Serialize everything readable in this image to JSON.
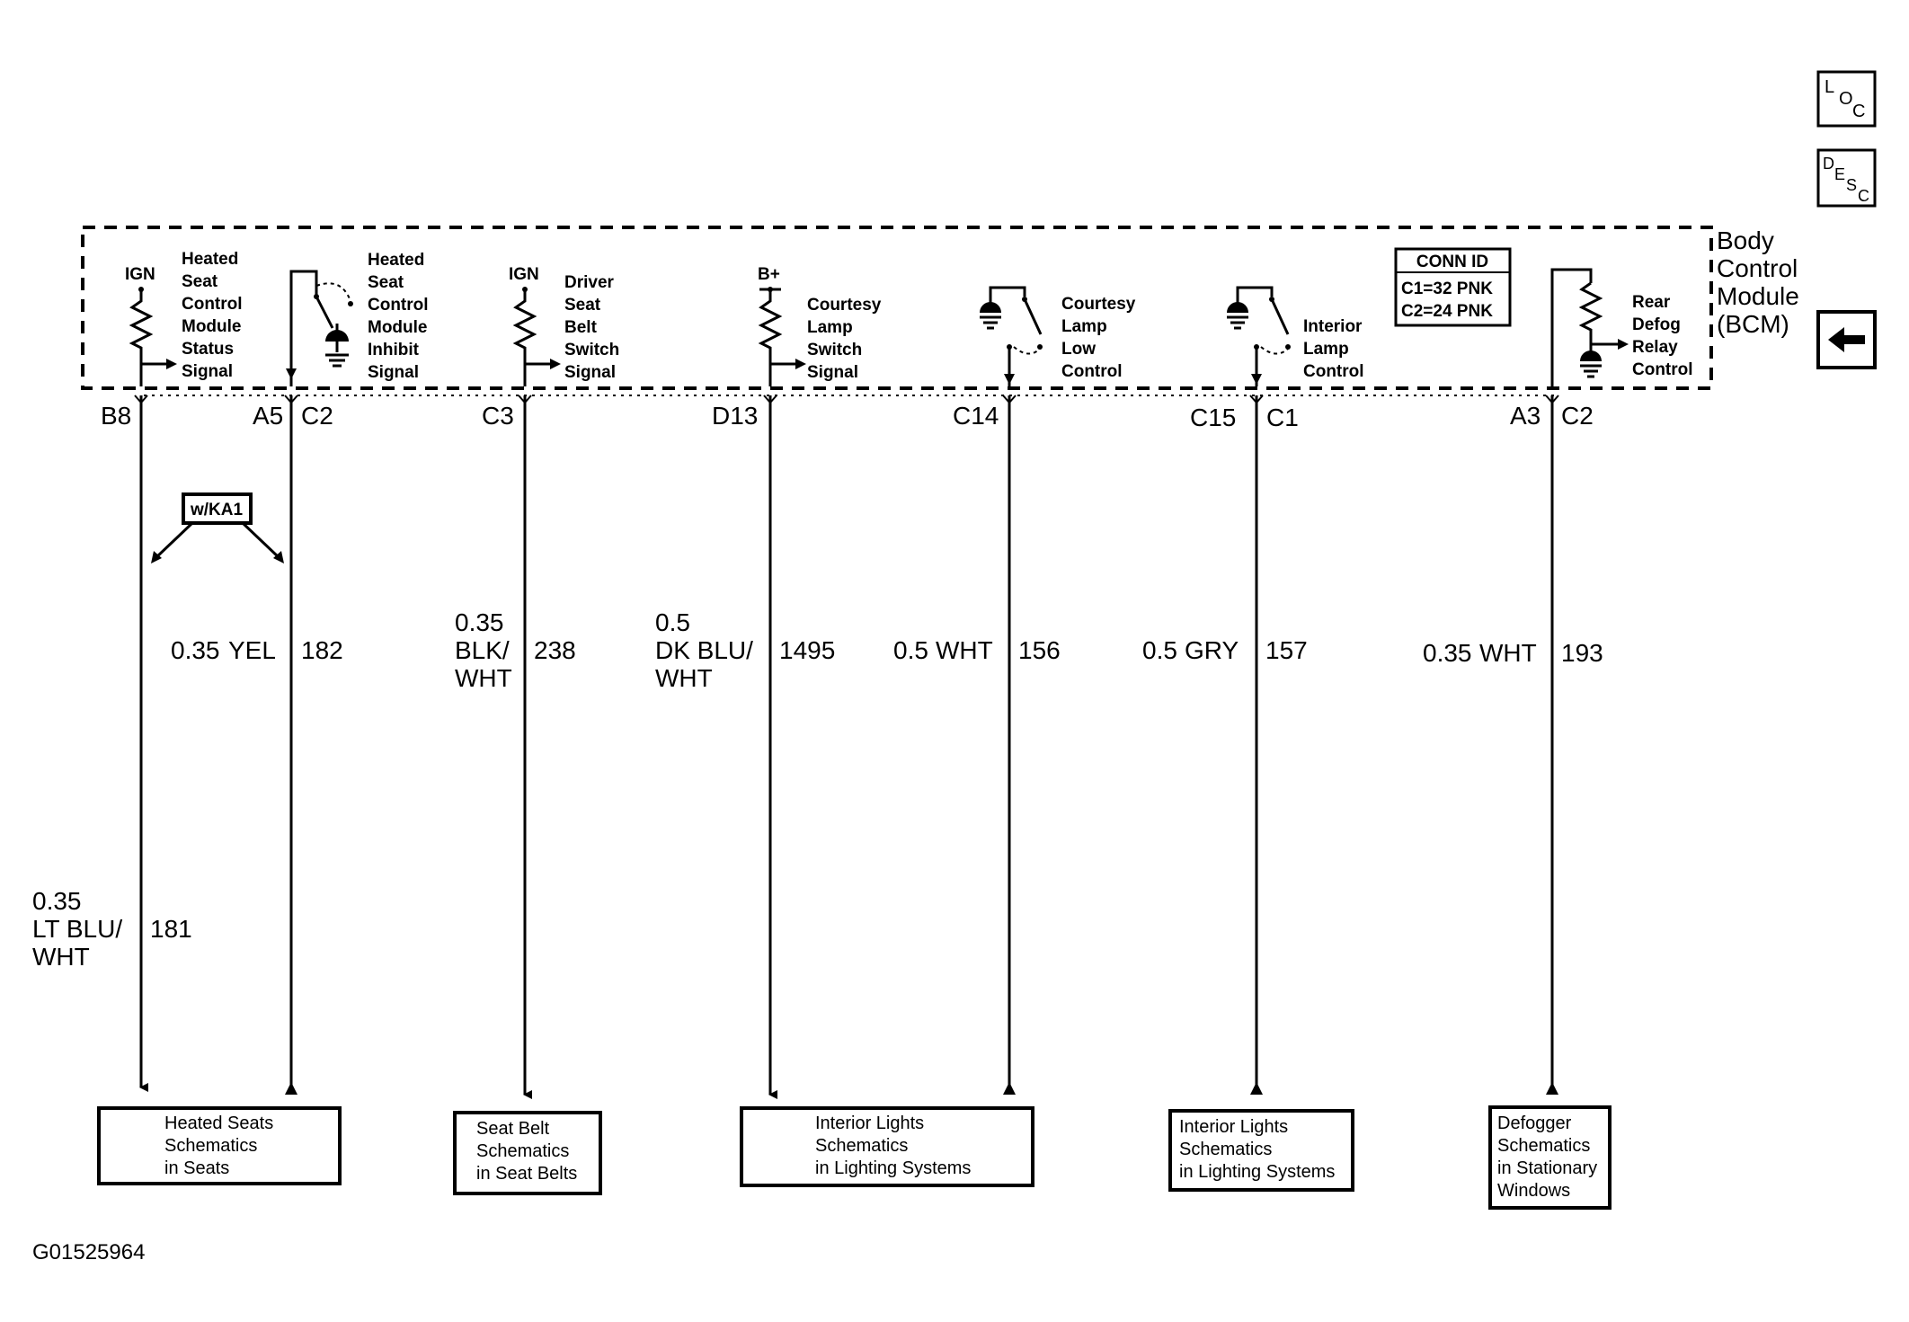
{
  "module": {
    "name_lines": [
      "Body",
      "Control",
      "Module",
      "(BCM)"
    ],
    "conn_id": {
      "title": "CONN ID",
      "lines": [
        "C1=32 PNK",
        "C2=24 PNK"
      ]
    }
  },
  "side_icons": {
    "loc_icon": {
      "chars": [
        "L",
        "O",
        "C"
      ]
    },
    "desc_icon": {
      "chars": [
        "D",
        "E",
        "S",
        "C"
      ]
    },
    "back_arrow_icon": "left-arrow-icon"
  },
  "circuits": [
    {
      "id": "heated-seat-status",
      "function_lines": [
        "Heated",
        "Seat",
        "Control",
        "Module",
        "Status",
        "Signal"
      ],
      "source": "IGN",
      "pin": "B8",
      "connector": "",
      "wire_size": "0.35",
      "wire_color_lines": [
        "LT BLU/",
        "WHT"
      ],
      "circuit_number": "181",
      "direction": "out"
    },
    {
      "id": "heated-seat-inhibit",
      "function_lines": [
        "Heated",
        "Seat",
        "Control",
        "Module",
        "Inhibit",
        "Signal"
      ],
      "source": "",
      "pin": "A5",
      "connector": "C2",
      "wire_size": "0.35",
      "wire_color_lines": [
        "YEL"
      ],
      "circuit_number": "182",
      "direction": "in"
    },
    {
      "id": "driver-seat-belt",
      "function_lines": [
        "Driver",
        "Seat",
        "Belt",
        "Switch",
        "Signal"
      ],
      "source": "IGN",
      "pin": "C3",
      "connector": "",
      "wire_size": "0.35",
      "wire_color_lines": [
        "BLK/",
        "WHT"
      ],
      "circuit_number": "238",
      "direction": "out"
    },
    {
      "id": "courtesy-lamp-switch",
      "function_lines": [
        "Courtesy",
        "Lamp",
        "Switch",
        "Signal"
      ],
      "source": "B+",
      "pin": "D13",
      "connector": "",
      "wire_size": "0.5",
      "wire_color_lines": [
        "DK BLU/",
        "WHT"
      ],
      "circuit_number": "1495",
      "direction": "out"
    },
    {
      "id": "courtesy-lamp-low",
      "function_lines": [
        "Courtesy",
        "Lamp",
        "Low",
        "Control"
      ],
      "source": "",
      "pin": "C14",
      "connector": "",
      "wire_size": "0.5",
      "wire_color_lines": [
        "WHT"
      ],
      "circuit_number": "156",
      "direction": "in"
    },
    {
      "id": "interior-lamp-control",
      "function_lines": [
        "Interior",
        "Lamp",
        "Control"
      ],
      "source": "",
      "pin": "C15",
      "connector": "C1",
      "wire_size": "0.5",
      "wire_color_lines": [
        "GRY"
      ],
      "circuit_number": "157",
      "direction": "in"
    },
    {
      "id": "rear-defog-relay",
      "function_lines": [
        "Rear",
        "Defog",
        "Relay",
        "Control"
      ],
      "source": "",
      "pin": "A3",
      "connector": "C2",
      "wire_size": "0.35",
      "wire_color_lines": [
        "WHT"
      ],
      "circuit_number": "193",
      "direction": "in"
    }
  ],
  "option_tag": "w/KA1",
  "destinations": [
    {
      "id": "heated-seats",
      "lines": [
        "Heated Seats",
        "Schematics",
        "in Seats"
      ]
    },
    {
      "id": "seat-belt",
      "lines": [
        "Seat Belt",
        "Schematics",
        "in Seat Belts"
      ]
    },
    {
      "id": "interior-lights-1",
      "lines": [
        "Interior Lights",
        "Schematics",
        "in Lighting Systems"
      ]
    },
    {
      "id": "interior-lights-2",
      "lines": [
        "Interior Lights",
        "Schematics",
        "in Lighting Systems"
      ]
    },
    {
      "id": "defogger",
      "lines": [
        "Defogger",
        "Schematics",
        "in Stationary",
        "Windows"
      ]
    }
  ],
  "figure_id": "G01525964"
}
